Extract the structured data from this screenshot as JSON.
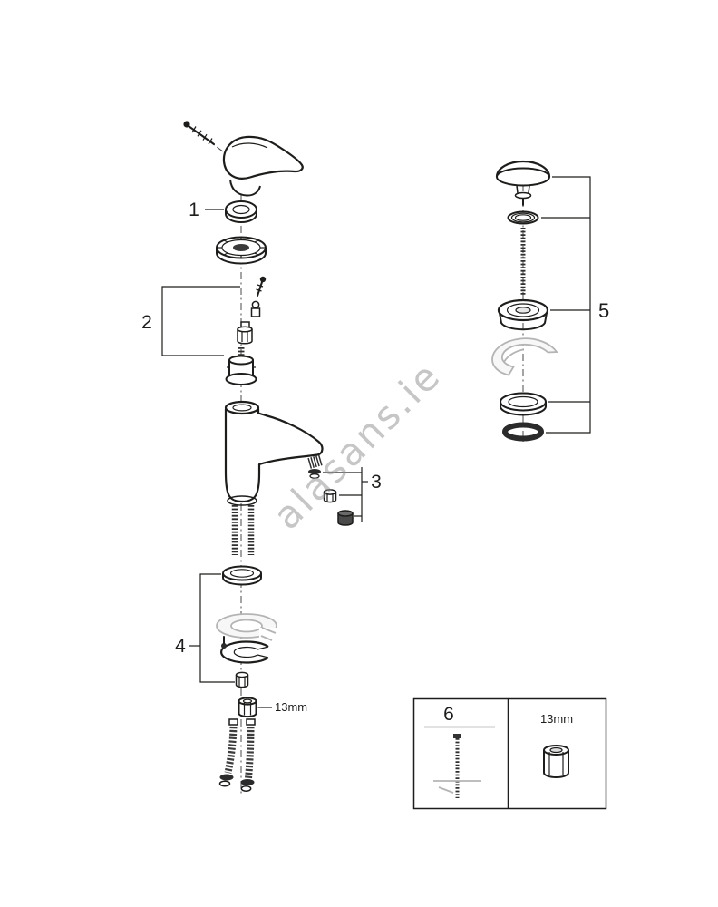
{
  "watermark": {
    "text": "alasans.ie"
  },
  "callouts": {
    "c1": "1",
    "c2": "2",
    "c3": "3",
    "c4": "4",
    "c5": "5"
  },
  "inline_labels": {
    "hex_nut_size": "13mm"
  },
  "legend": {
    "part_number": "6",
    "nut_size": "13mm"
  },
  "colors": {
    "line": "#1d1d1b",
    "part_gray": "#b4b4b4",
    "watermark_gray": "#8f8f8f",
    "background": "#ffffff"
  }
}
